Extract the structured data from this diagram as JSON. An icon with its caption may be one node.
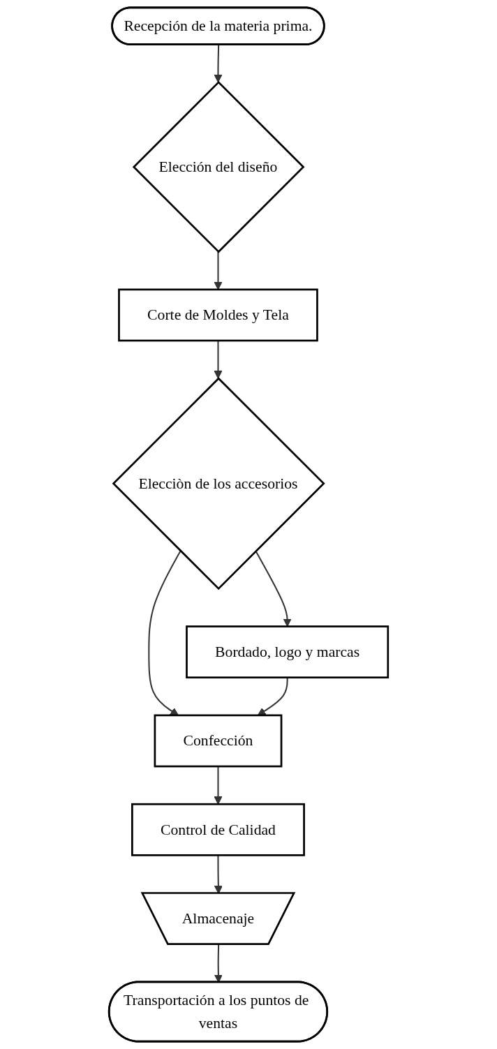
{
  "diagram": {
    "nodes": [
      {
        "text": [
          "Recepción de la materia prima."
        ]
      },
      {
        "text": [
          "Elección del diseño"
        ]
      },
      {
        "text": [
          "Corte de Moldes y Tela"
        ]
      },
      {
        "text": [
          "Elecciòn de los accesorios"
        ]
      },
      {
        "text": [
          "Bordado, logo y marcas"
        ]
      },
      {
        "text": [
          "Confección"
        ]
      },
      {
        "text": [
          "Control de Calidad"
        ]
      },
      {
        "text": [
          "Almacenaje"
        ]
      },
      {
        "text": [
          "Transportación a los puntos de ventas"
        ]
      }
    ],
    "edges": [
      {
        "from": 0,
        "to": 1,
        "arrow": "to"
      },
      {
        "from": 1,
        "to": 2,
        "arrow": "to"
      },
      {
        "from": 2,
        "to": 3,
        "arrow": "to"
      },
      {
        "from": 3,
        "to": 4,
        "arrow": "to"
      },
      {
        "from": 3,
        "to": 5,
        "arrow": "to"
      },
      {
        "from": 4,
        "to": 5,
        "arrow": "to"
      },
      {
        "from": 5,
        "to": 6,
        "arrow": "to"
      },
      {
        "from": 6,
        "to": 7,
        "arrow": "to"
      },
      {
        "from": 7,
        "to": 8,
        "arrow": "to"
      }
    ]
  }
}
